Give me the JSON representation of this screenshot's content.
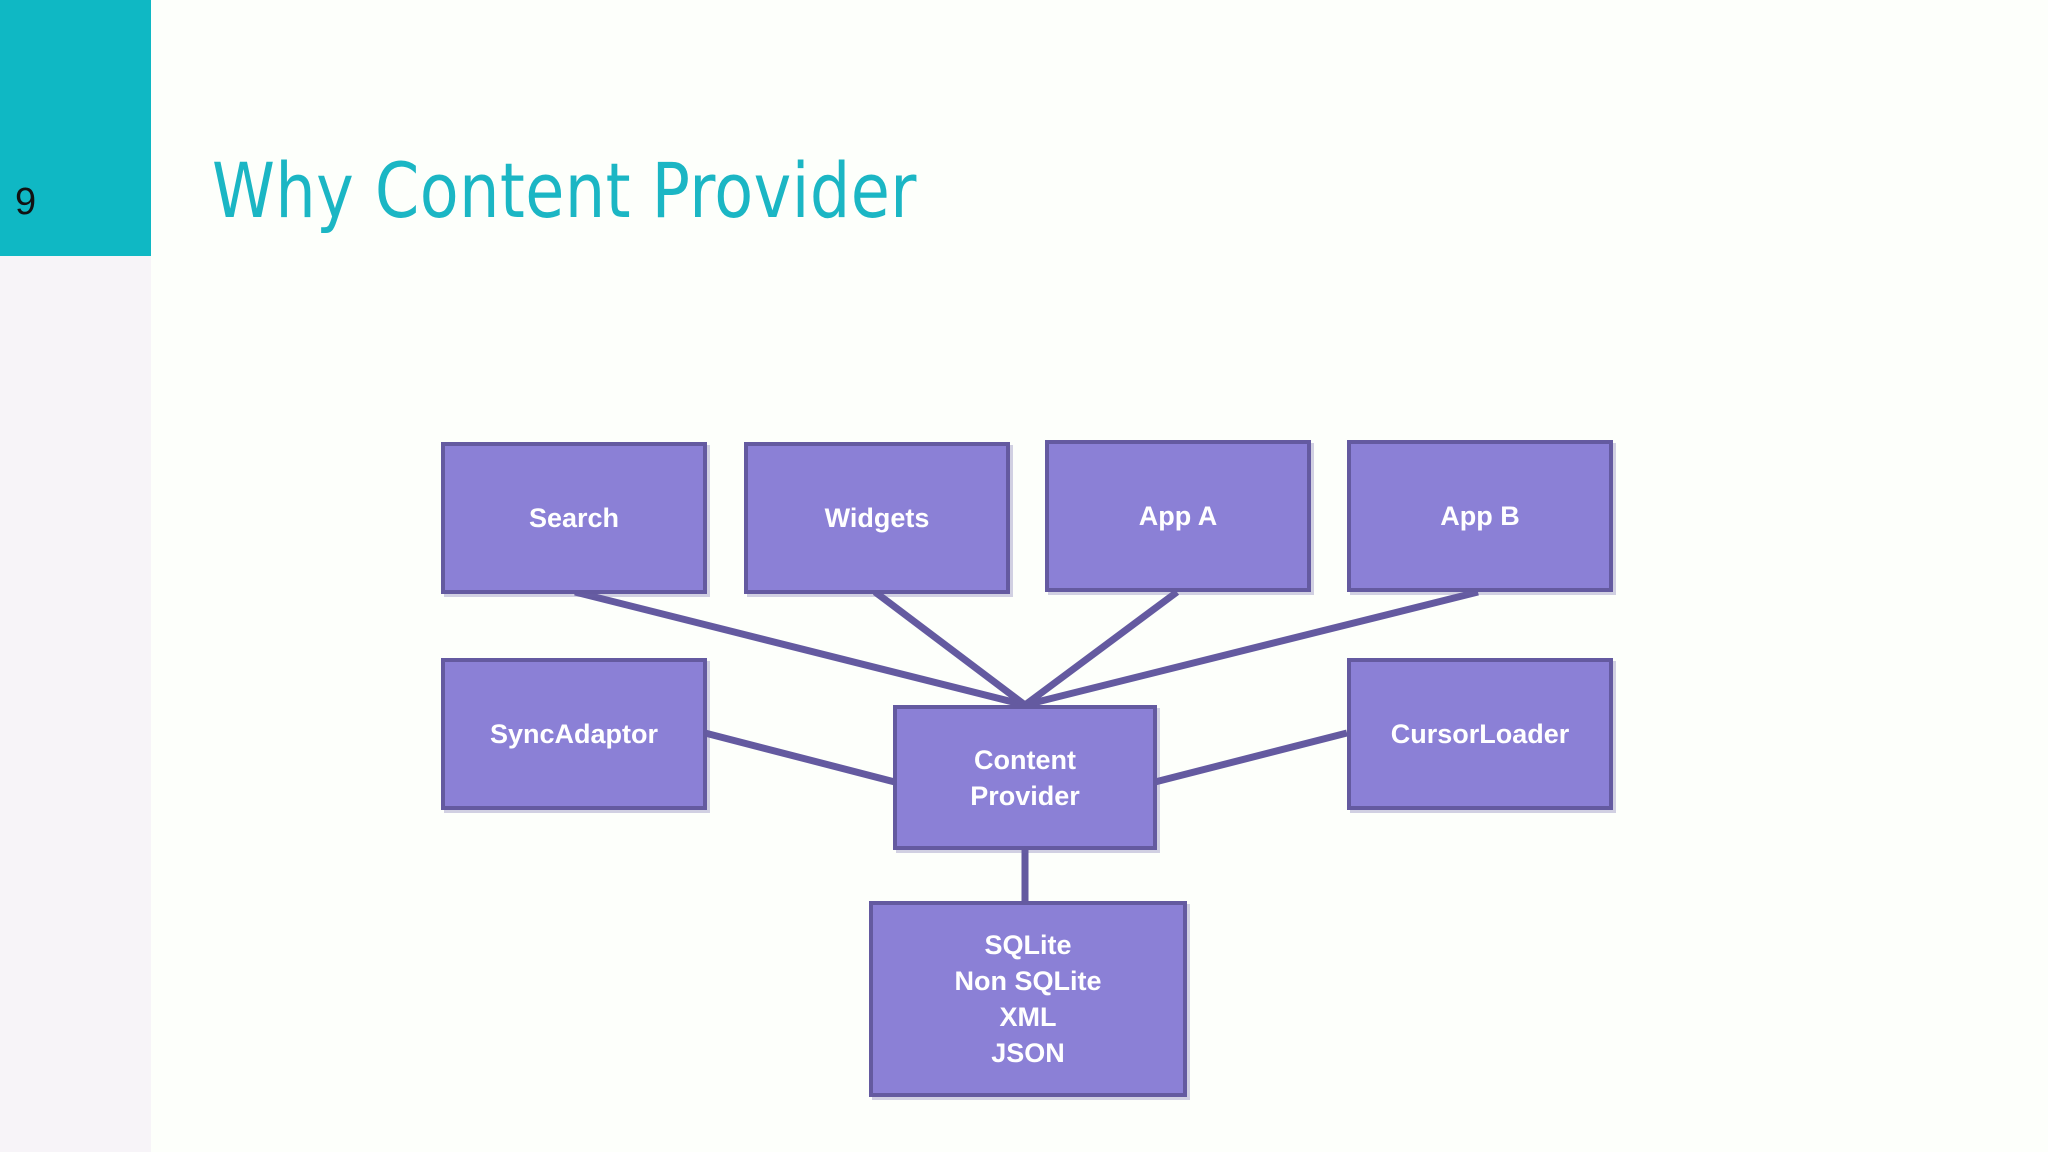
{
  "slide": {
    "number": "9",
    "title": "Why Content Provider",
    "accent_color": "#0fb8c4",
    "title_color": "#1bb6c4",
    "rail_color": "#f7f4f8",
    "background_color": "#fdfffb"
  },
  "diagram": {
    "node_fill": "#8b80d6",
    "node_border": "#645aa0",
    "node_text_color": "#ffffff",
    "edge_color": "#645aa0",
    "nodes": [
      {
        "id": "search",
        "label": "Search"
      },
      {
        "id": "widgets",
        "label": "Widgets"
      },
      {
        "id": "app-a",
        "label": "App A"
      },
      {
        "id": "app-b",
        "label": "App B"
      },
      {
        "id": "sync-adaptor",
        "label": "SyncAdaptor"
      },
      {
        "id": "content-provider",
        "label": "Content\nProvider"
      },
      {
        "id": "cursor-loader",
        "label": "CursorLoader"
      },
      {
        "id": "storage",
        "label": "SQLite\nNon SQLite\nXML\nJSON"
      }
    ],
    "edges": [
      {
        "from": "search",
        "to": "content-provider"
      },
      {
        "from": "widgets",
        "to": "content-provider"
      },
      {
        "from": "app-a",
        "to": "content-provider"
      },
      {
        "from": "app-b",
        "to": "content-provider"
      },
      {
        "from": "sync-adaptor",
        "to": "content-provider"
      },
      {
        "from": "cursor-loader",
        "to": "content-provider"
      },
      {
        "from": "content-provider",
        "to": "storage"
      }
    ]
  }
}
